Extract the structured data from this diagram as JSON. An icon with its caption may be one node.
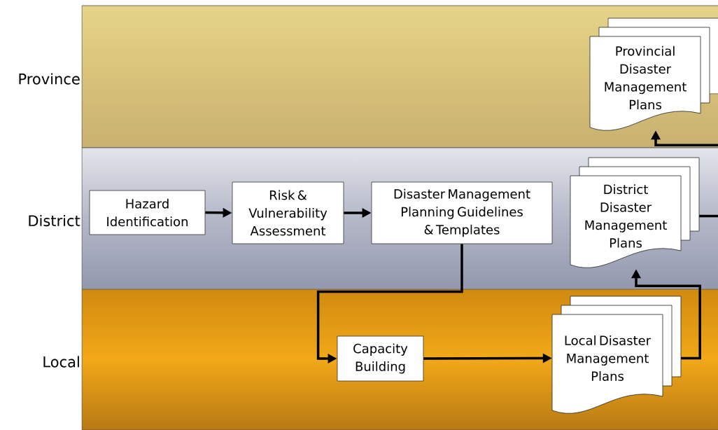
{
  "diagram": {
    "nodes": [
      {
        "text": [
          "Province"
        ]
      },
      {
        "text": [
          "Provincial Disaster Management Plans"
        ],
        "in": 0
      },
      {
        "text": [
          "District"
        ]
      },
      {
        "text": [
          "Hazard Identification"
        ],
        "in": 2
      },
      {
        "text": [
          "Risk & Vulnerability Assessment"
        ],
        "in": 2
      },
      {
        "text": [
          "Disaster Management Planning Guidelines & Templates"
        ],
        "in": 2
      },
      {
        "text": [
          "District Disaster Management Plans"
        ],
        "in": 2
      },
      {
        "text": [
          "Local"
        ]
      },
      {
        "text": [
          "Capacity Building"
        ],
        "in": 7
      },
      {
        "text": [
          "Local Disaster Management Plans"
        ],
        "in": 7
      }
    ],
    "edges": [
      {
        "from": 3,
        "to": 4,
        "arrow": "to"
      },
      {
        "from": 4,
        "to": 5,
        "arrow": "to"
      },
      {
        "from": 5,
        "to": 8,
        "arrow": "to"
      },
      {
        "from": 8,
        "to": 9,
        "arrow": "to"
      },
      {
        "from": 9,
        "to": 6,
        "arrow": "to"
      },
      {
        "from": 6,
        "to": 1,
        "arrow": "to"
      }
    ]
  }
}
